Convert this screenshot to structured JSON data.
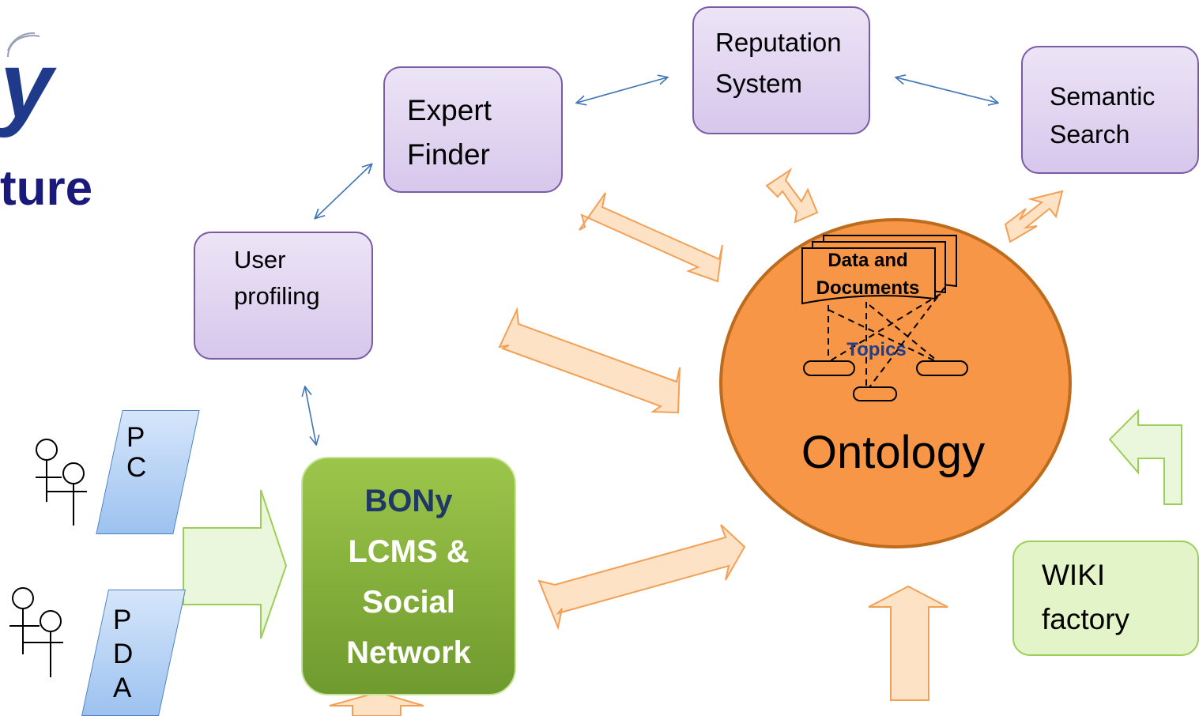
{
  "header": {
    "logo_fragment": "y",
    "title_fragment": "ture"
  },
  "nodes": {
    "expert_finder": [
      "Expert",
      "Finder"
    ],
    "reputation_system": [
      "Reputation",
      "System"
    ],
    "semantic_search": [
      "Semantic",
      "Search"
    ],
    "user_profiling": [
      "User",
      "profiling"
    ],
    "bony": [
      "BONy",
      "LCMS &",
      "Social",
      "Network"
    ],
    "wiki_factory": [
      "WIKI",
      "factory"
    ],
    "ontology": "Ontology",
    "data_documents": [
      "Data and",
      "Documents"
    ],
    "topics": "Topics",
    "pc_device": [
      "P",
      "C"
    ],
    "pda_device": [
      "P",
      "D",
      "A"
    ]
  },
  "colors": {
    "purple_box": "#d7c7ec",
    "ontology_fill": "#f79646",
    "bony_fill": "#77a535",
    "bony_text": "#1f3864",
    "wiki_fill": "#e3f5c8",
    "device_fill": "#9cc2ef",
    "arrow_orange_fill": "#fde2c6",
    "arrow_orange_stroke": "#f3a057",
    "arrow_green_stroke": "#9bcf55",
    "connector_blue": "#3f74b5",
    "topics_text": "#1f3e8c",
    "brand_text": "#1a1a7a"
  },
  "icons": [
    "wifi-signal-icon",
    "user-group-icon",
    "document-stack-icon"
  ]
}
